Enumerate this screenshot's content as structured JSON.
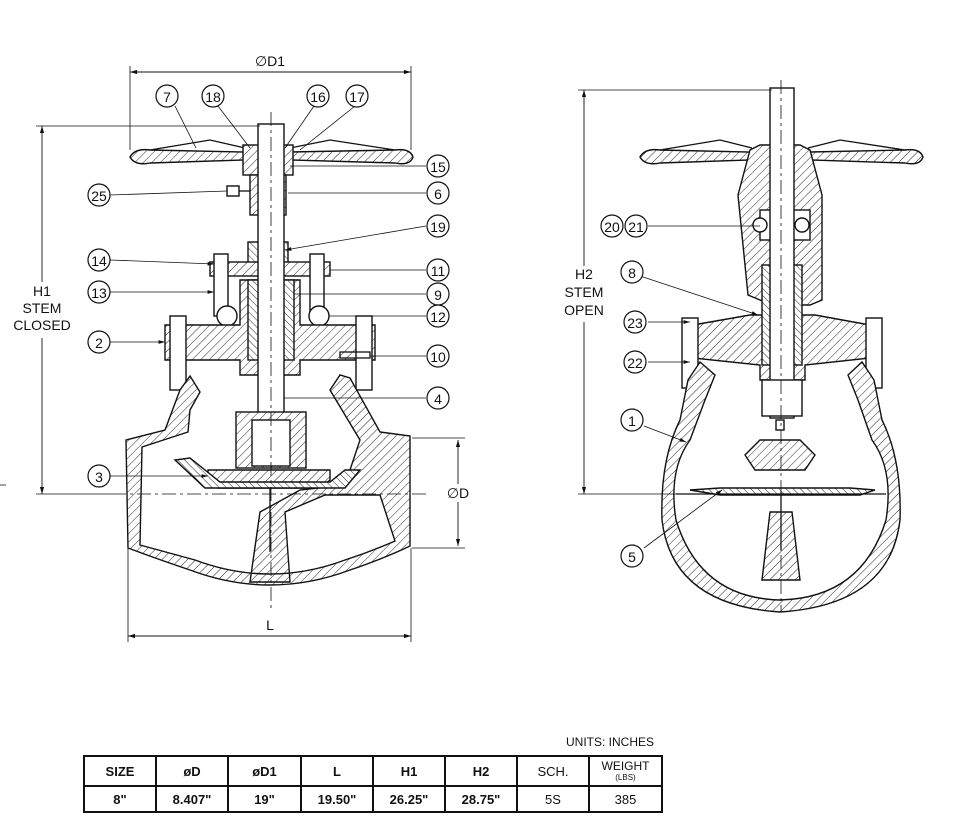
{
  "labels": {
    "d1": "∅D1",
    "d": "∅D",
    "l": "L",
    "h1": [
      "H1",
      "STEM",
      "CLOSED"
    ],
    "h2": [
      "H2",
      "STEM",
      "OPEN"
    ]
  },
  "callouts": {
    "c1": "1",
    "c2": "2",
    "c3": "3",
    "c4": "4",
    "c5": "5",
    "c6": "6",
    "c7": "7",
    "c8": "8",
    "c9": "9",
    "c10": "10",
    "c11": "11",
    "c12": "12",
    "c13": "13",
    "c14": "14",
    "c15": "15",
    "c16": "16",
    "c17": "17",
    "c18": "18",
    "c19": "19",
    "c20": "20",
    "c21": "21",
    "c22": "22",
    "c23": "23",
    "c25": "25"
  },
  "units": "UNITS:  INCHES",
  "table": {
    "headers": [
      "SIZE",
      "øD",
      "øD1",
      "L",
      "H1",
      "H2",
      "SCH."
    ],
    "weight_header": "WEIGHT",
    "weight_sub": "(LBS)",
    "values": [
      "8\"",
      "8.407\"",
      "19\"",
      "19.50\"",
      "26.25\"",
      "28.75\"",
      "5S",
      "385"
    ]
  }
}
